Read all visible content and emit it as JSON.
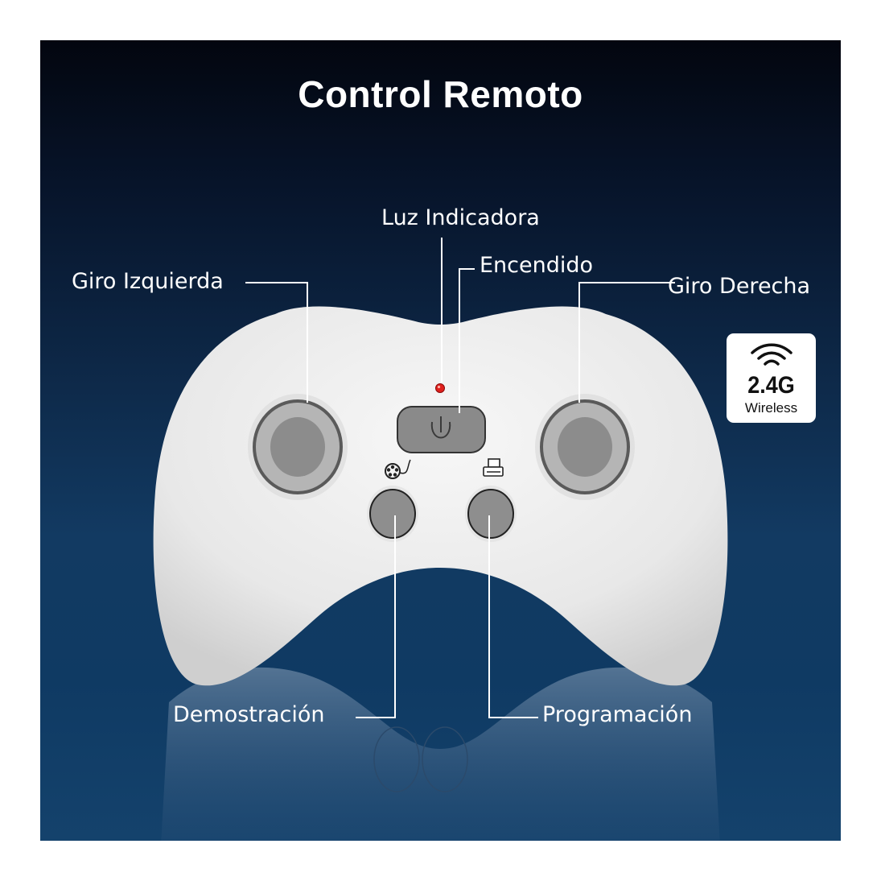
{
  "title": "Control Remoto",
  "labels": {
    "left_turn": "Giro Izquierda",
    "indicator_light": "Luz Indicadora",
    "power": "Encendido",
    "right_turn": "Giro Derecha",
    "demo": "Demostración",
    "programming": "Programación"
  },
  "badge": {
    "frequency": "2.4G",
    "text": "Wireless",
    "icon": "wifi-icon"
  },
  "controller": {
    "buttons": [
      {
        "name": "left-turn-button",
        "icon": "none"
      },
      {
        "name": "power-button",
        "icon": "power-icon"
      },
      {
        "name": "right-turn-button",
        "icon": "none"
      },
      {
        "name": "demo-button",
        "icon": "film-reel-icon"
      },
      {
        "name": "programming-button",
        "icon": "printer-icon"
      }
    ],
    "indicator_color": "#e0201c"
  },
  "colors": {
    "background_top": "#03060f",
    "background_bottom": "#14426c",
    "controller_body": "#eeeeee",
    "button_gray": "#8e8e8e",
    "text": "#ffffff"
  }
}
